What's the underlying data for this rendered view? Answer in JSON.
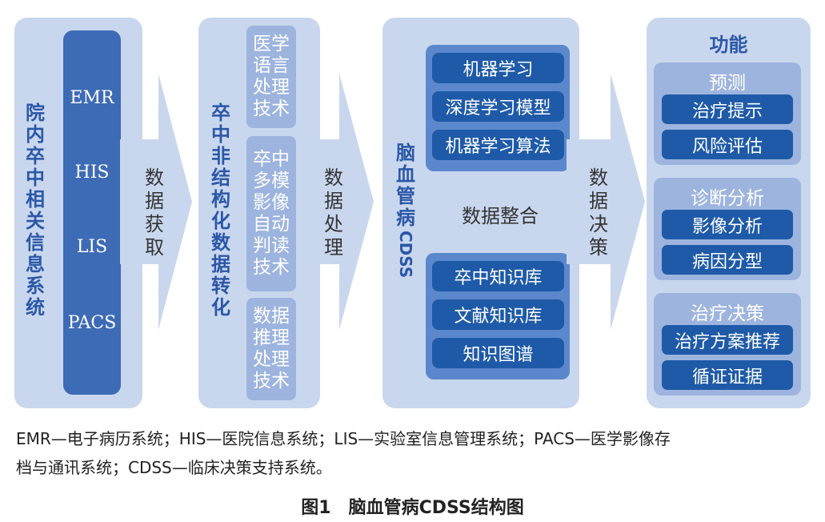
{
  "col1": {
    "title": "院内卒中相关信息系统",
    "systems": [
      "EMR",
      "HIS",
      "LIS",
      "PACS"
    ]
  },
  "arrows": [
    {
      "label": "数据获取"
    },
    {
      "label": "数据处理"
    },
    {
      "label": "数据决策"
    }
  ],
  "col2": {
    "title": "卒中非结构化数据转化",
    "tech": [
      "医学语言处理技术",
      "卒中多模影像自动判读技术",
      "数据推理处理技术"
    ]
  },
  "col3": {
    "title": "脑血管病CDSS",
    "top_items": [
      "机器学习",
      "深度学习模型",
      "机器学习算法"
    ],
    "middle_label": "数据整合",
    "bottom_items": [
      "卒中知识库",
      "文献知识库",
      "知识图谱"
    ]
  },
  "col4": {
    "title": "功能",
    "groups": [
      {
        "title": "预测",
        "items": [
          "治疗提示",
          "风险评估"
        ]
      },
      {
        "title": "诊断分析",
        "items": [
          "影像分析",
          "病因分型"
        ]
      },
      {
        "title": "治疗决策",
        "items": [
          "治疗方案推荐",
          "循证证据"
        ]
      }
    ]
  },
  "note": {
    "line1": "EMR—电子病历系统；HIS—医院信息系统；LIS—实验室信息管理系统；PACS—医学影像存",
    "line2": "档与通讯系统；CDSS—临床决策支持系统。"
  },
  "caption": {
    "number": "图1",
    "title": "脑血管病CDSS结构图"
  },
  "colors": {
    "panel": "#c9d7ee",
    "title_blue": "#2b57a8",
    "system_bar": "#3d6bb5",
    "light_box": "#9db4df",
    "mid_box": "#5b88cc",
    "dark_button": "#1e5aa8",
    "arrow": "#c9d7ee"
  }
}
